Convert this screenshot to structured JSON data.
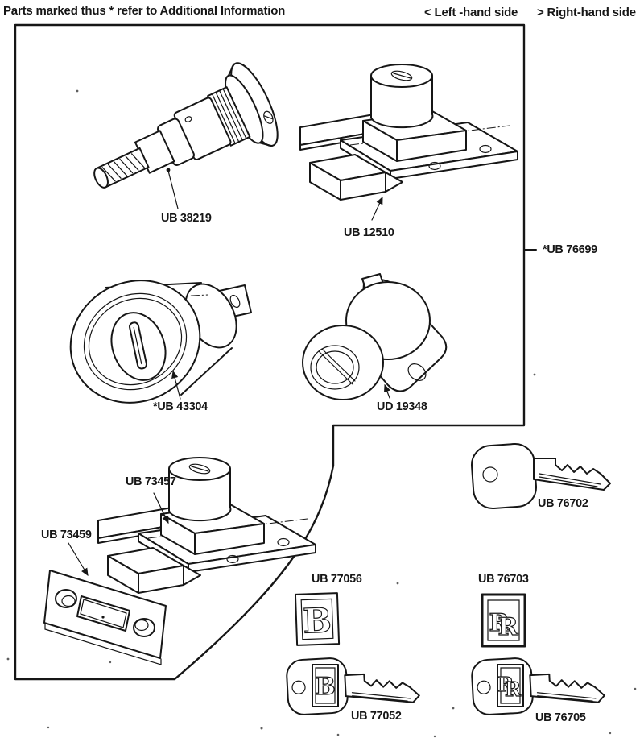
{
  "header": {
    "note": "Parts marked thus * refer to Additional Information",
    "left_hint": "< Left -hand side",
    "right_hint": "> Right-hand side"
  },
  "colors": {
    "ink": "#161616",
    "paper": "#ffffff"
  },
  "parts": [
    {
      "id": "ub38219",
      "label": "UB 38219"
    },
    {
      "id": "ub12510",
      "label": "UB 12510"
    },
    {
      "id": "ub76699",
      "label": "*UB 76699"
    },
    {
      "id": "ub43304",
      "label": "*UB 43304"
    },
    {
      "id": "ud19348",
      "label": "UD 19348"
    },
    {
      "id": "ub73457",
      "label": "UB 73457"
    },
    {
      "id": "ub73459",
      "label": "UB 73459"
    },
    {
      "id": "ub76702",
      "label": "UB 76702"
    },
    {
      "id": "ub77056",
      "label": "UB 77056"
    },
    {
      "id": "ub76703",
      "label": "UB 76703"
    },
    {
      "id": "ub77052",
      "label": "UB 77052"
    },
    {
      "id": "ub76705",
      "label": "UB 76705"
    }
  ],
  "badges": {
    "bentley": "B",
    "rolls_first": "R",
    "rolls_second": "R"
  }
}
